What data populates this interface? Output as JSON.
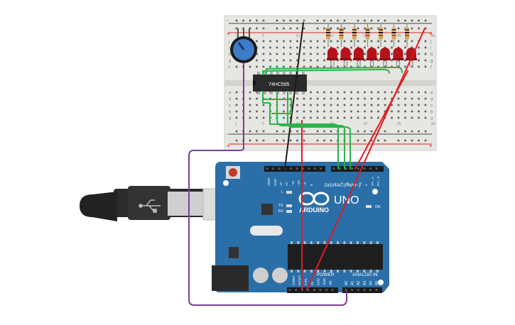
{
  "breadboard": {
    "row_numbers": [
      "1",
      "5",
      "10",
      "15",
      "20",
      "25",
      "30"
    ],
    "col_letters_top": [
      "j",
      "i",
      "h",
      "g",
      "f"
    ],
    "col_letters_bottom": [
      "e",
      "d",
      "c",
      "b",
      "a"
    ],
    "plus": "+",
    "minus": "-"
  },
  "ic": {
    "label": "74HC595"
  },
  "leds": {
    "count": 7,
    "color": "#b5121b"
  },
  "arduino": {
    "brand": "ARDUINO",
    "model": "UNO",
    "digital_label": "DIGITAL (PWM~)",
    "analog_label": "ANALOG IN",
    "power_label": "POWER",
    "on_label": "ON",
    "l_label": "L",
    "tx_label": "TX",
    "rx_label": "RX",
    "top_pins": [
      "AREF",
      "GND",
      "13",
      "12",
      "~11",
      "~10",
      "~9",
      "8",
      "7",
      "~6",
      "~5",
      "4",
      "~3",
      "2",
      "TX→1",
      "RX←0"
    ],
    "power_pins": [
      "IOREF",
      "RESET",
      "3.3V",
      "5V",
      "GND",
      "GND",
      "Vin"
    ],
    "analog_pins": [
      "A0",
      "A1",
      "A2",
      "A3",
      "A4",
      "A5"
    ]
  },
  "colors": {
    "board": "#2a6fa8",
    "breadboard": "#e6e6e2",
    "wire_green": "#2bb34a",
    "wire_red": "#e01b24",
    "wire_black": "#1a1a1a",
    "wire_purple": "#7b3f98"
  }
}
